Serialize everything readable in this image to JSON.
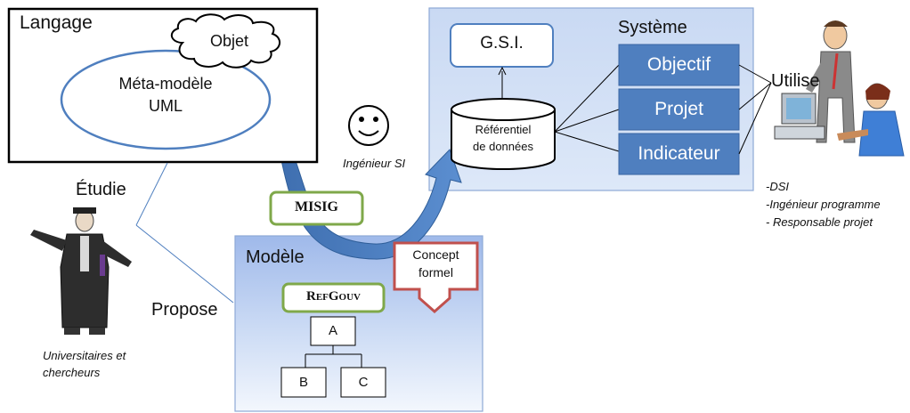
{
  "langage": {
    "title": "Langage",
    "cloud_label": "Objet",
    "ellipse_line1": "Méta-modèle",
    "ellipse_line2": "UML"
  },
  "systeme": {
    "title": "Système",
    "gsi_label": "G.S.I.",
    "db_line1": "Référentiel",
    "db_line2": "de données",
    "items": [
      "Objectif",
      "Projet",
      "Indicateur"
    ],
    "item_color": "#4f7fbf"
  },
  "modele": {
    "title": "Modèle",
    "refgouv": "RefGouv",
    "concept_line1": "Concept",
    "concept_line2": "formel",
    "tree": {
      "root": "A",
      "left": "B",
      "right": "C"
    }
  },
  "misig_label": "MISIG",
  "ingenieur_label": "Ingénieur SI",
  "etudie_label": "Étudie",
  "propose_label": "Propose",
  "universitaires": [
    "Universitaires et",
    "chercheurs"
  ],
  "utilise_label": "Utilise",
  "users": [
    "-DSI",
    "-Ingénieur programme",
    "- Responsable projet"
  ],
  "colors": {
    "arrow_blue": "#4f7fbf",
    "panel_blue": "#a9c2ec",
    "green_border": "#7fa84a",
    "red_border": "#c0504d"
  }
}
